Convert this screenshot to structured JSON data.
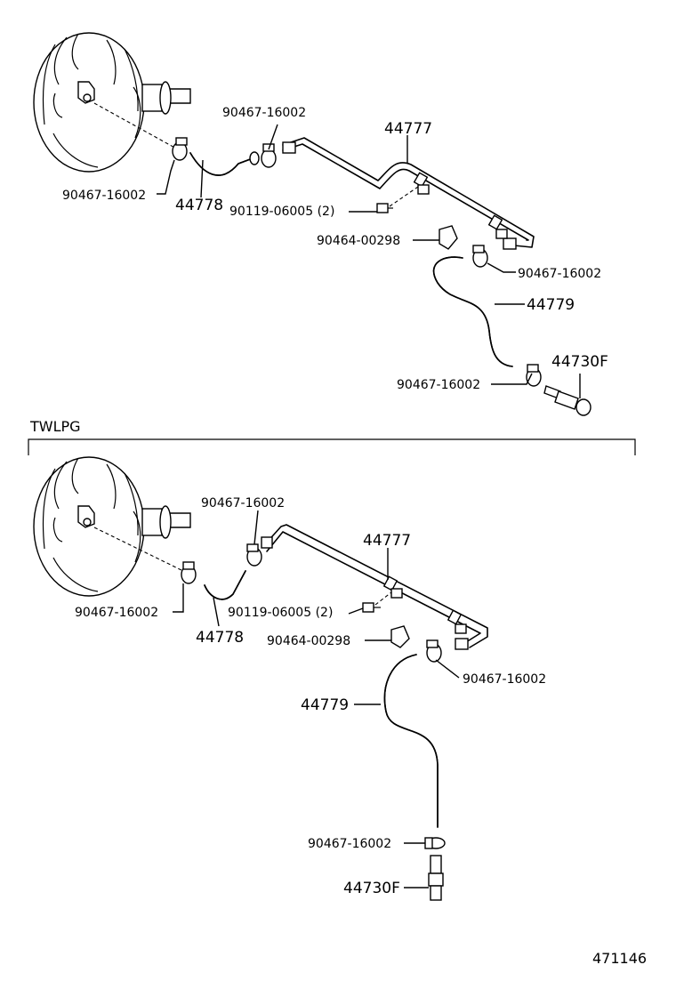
{
  "diagram": {
    "section_label": "TWLPG",
    "figure_number": "471146",
    "top": {
      "pipe_label": "44777",
      "hose_short_label": "44778",
      "hose_long_label": "44779",
      "valve_label": "44730F",
      "clamp_top_label": "90467-16002",
      "clamp_left_label": "90467-16002",
      "bolt_label": "90119-06005 (2)",
      "clip_label": "90464-00298",
      "clamp_right_label": "90467-16002",
      "clamp_bottom_label": "90467-16002"
    },
    "bottom": {
      "pipe_label": "44777",
      "hose_short_label": "44778",
      "hose_long_label": "44779",
      "valve_label": "44730F",
      "clamp_top_label": "90467-16002",
      "clamp_left_label": "90467-16002",
      "bolt_label": "90119-06005 (2)",
      "clip_label": "90464-00298",
      "clamp_right_label": "90467-16002",
      "clamp_bottom_label": "90467-16002"
    }
  }
}
